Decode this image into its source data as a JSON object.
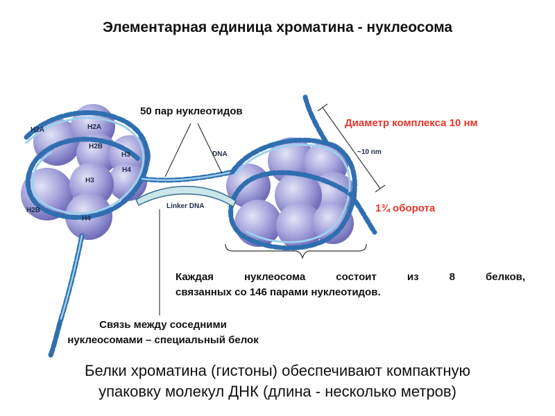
{
  "title": "Элементарная единица хроматина - нуклеосома",
  "labels": {
    "nucleotides_50": "50 пар нуклеотидов",
    "diameter": "Диаметр комплекса 10 нм",
    "turns": "1¾ оборота",
    "composition_line1": "Каждая нуклеосома состоит из 8 белков,",
    "composition_line2": "связанных со 146 парами нуклеотидов.",
    "linker_line1": "Связь между соседними",
    "linker_line2": "нуклеосомами – специальный белок",
    "summary_line1": "Белки хроматина (гистоны) обеспечивают компактную",
    "summary_line2": "упаковку молекул ДНК (длина - несколько метров)"
  },
  "figure_labels": {
    "h2a_left": "H2A",
    "h2a": "H2A",
    "h2b_top": "H2B",
    "h3_top": "H3",
    "h4_top": "H4",
    "h3_mid": "H3",
    "h2b_left": "H2B",
    "h4_bottom": "H4",
    "dna": "DNA",
    "linker_dna": "Linker DNA",
    "scale_10nm": "~10 nm"
  },
  "colors": {
    "histone": "#9d9bd6",
    "histone_dark": "#6f6cb8",
    "dna": "#2f6fb0",
    "accent_red": "#e8342a",
    "linker_protein": "#c9e6ea"
  }
}
